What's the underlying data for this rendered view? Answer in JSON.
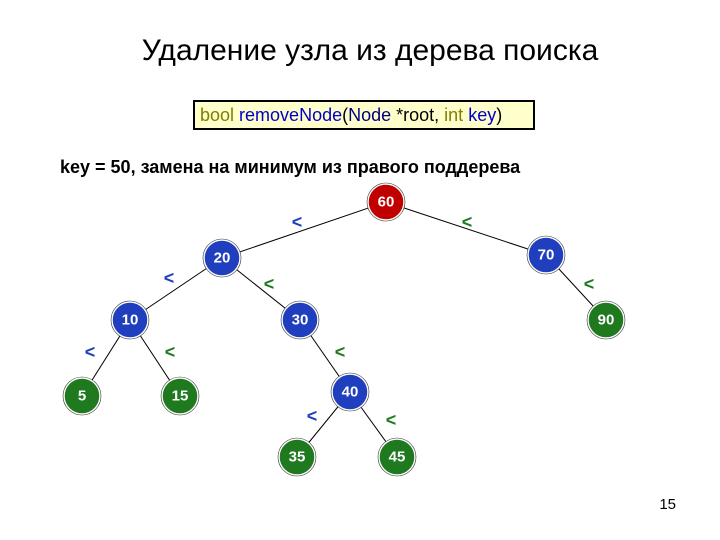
{
  "title": "Удаление узла из дерева поиска",
  "signature": {
    "kw_bool": "bool",
    "fn_name": "removeNode",
    "paren_open": "(",
    "type_node": "Node",
    "param1": " *root, ",
    "kw_int": "int",
    "param2": " key",
    "paren_close": ")"
  },
  "subtitle": "key = 50, замена на минимум из правого поддерева",
  "page_number": "15",
  "colors": {
    "root": "#c00000",
    "inner": "#1f3fbf",
    "leaf": "#1f7a1f",
    "less": "#1f3fbf",
    "greater": "#1f7a1f"
  },
  "tree": {
    "nodes": [
      {
        "id": "n60",
        "label": "60",
        "kind": "root"
      },
      {
        "id": "n20",
        "label": "20",
        "kind": "inner"
      },
      {
        "id": "n70",
        "label": "70",
        "kind": "inner"
      },
      {
        "id": "n10",
        "label": "10",
        "kind": "inner"
      },
      {
        "id": "n30",
        "label": "30",
        "kind": "inner"
      },
      {
        "id": "n90",
        "label": "90",
        "kind": "leaf"
      },
      {
        "id": "n5",
        "label": "5",
        "kind": "leaf"
      },
      {
        "id": "n15",
        "label": "15",
        "kind": "leaf"
      },
      {
        "id": "n40",
        "label": "40",
        "kind": "inner"
      },
      {
        "id": "n35",
        "label": "35",
        "kind": "leaf"
      },
      {
        "id": "n45",
        "label": "45",
        "kind": "leaf"
      }
    ],
    "edges": [
      {
        "from": "n60",
        "to": "n20",
        "label": "<",
        "side": "less"
      },
      {
        "from": "n60",
        "to": "n70",
        "label": "<",
        "side": "greater"
      },
      {
        "from": "n20",
        "to": "n10",
        "label": "<",
        "side": "less"
      },
      {
        "from": "n20",
        "to": "n30",
        "label": "<",
        "side": "greater"
      },
      {
        "from": "n70",
        "to": "n90",
        "label": "<",
        "side": "greater"
      },
      {
        "from": "n10",
        "to": "n5",
        "label": "<",
        "side": "less"
      },
      {
        "from": "n10",
        "to": "n15",
        "label": "<",
        "side": "greater"
      },
      {
        "from": "n30",
        "to": "n40",
        "label": "<",
        "side": "greater"
      },
      {
        "from": "n40",
        "to": "n35",
        "label": "<",
        "side": "less"
      },
      {
        "from": "n40",
        "to": "n45",
        "label": "<",
        "side": "greater"
      }
    ]
  }
}
